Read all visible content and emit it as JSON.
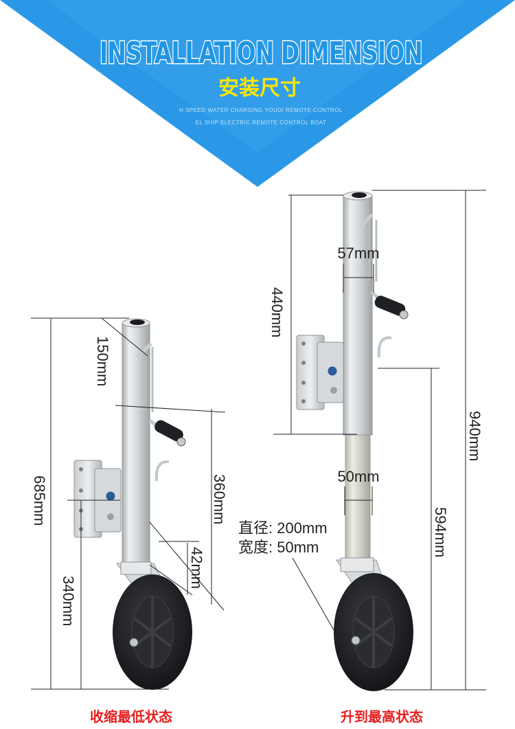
{
  "header": {
    "title_en": "INSTALLATION DIMENSION",
    "title_cn": "安装尺寸",
    "tagline_1": "H SPEED WATER CHARGING YOUDI REMOTE-CONTROL",
    "tagline_2": "EL SHIP ELECTRIC REMOTE CONTROL BOAT",
    "banner_color": "#2a98e6"
  },
  "left_jack": {
    "caption": "收缩最低状态",
    "dim_150": "150mm",
    "dim_685": "685mm",
    "dim_360": "360mm",
    "dim_42": "42mm",
    "dim_340": "340mm"
  },
  "right_jack": {
    "caption": "升到最高状态",
    "dim_57": "57mm",
    "dim_440": "440mm",
    "dim_50": "50mm",
    "dim_940": "940mm",
    "dim_594": "594mm",
    "wheel_diameter": "直径: 200mm",
    "wheel_width": "宽度: 50mm"
  },
  "colors": {
    "accent": "#2a98e6",
    "caption": "#e51e1e",
    "title_cn": "#ffe600"
  }
}
